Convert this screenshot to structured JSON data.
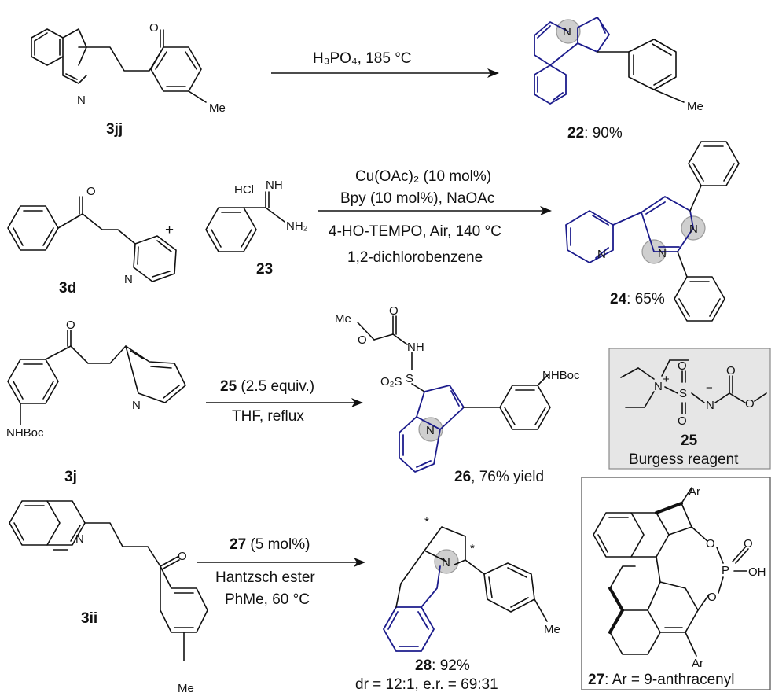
{
  "reactions": [
    {
      "id": "r1",
      "substrate": "3jj",
      "conditions": [
        "H₃PO₄, 185 °C"
      ],
      "product_id": "22",
      "product_yield": ": 90%"
    },
    {
      "id": "r2",
      "substrate": "3d",
      "plus": "+",
      "reagent": "23",
      "reagent_salt": "HCl",
      "conditions": [
        "Cu(OAc)₂ (10 mol%)",
        "Bpy (10 mol%), NaOAc",
        "4-HO-TEMPO, Air, 140 °C",
        "1,2-dichlorobenzene"
      ],
      "product_id": "24",
      "product_yield": ": 65%"
    },
    {
      "id": "r3",
      "substrate": "3j",
      "conditions_id": "25",
      "conditions": [
        " (2.5 equiv.)",
        "THF, reflux"
      ],
      "product_id": "26",
      "product_yield": ", 76% yield"
    },
    {
      "id": "r4",
      "substrate": "3ii",
      "conditions_id": "27",
      "conditions": [
        " (5 mol%)",
        "Hantzsch ester",
        "PhMe, 60 °C"
      ],
      "product_id": "28",
      "product_yield": ": 92%",
      "product_selectivity": "dr = 12:1, e.r. = 69:31"
    }
  ],
  "boxes": {
    "burgess": {
      "id": "25",
      "name": "Burgess reagent"
    },
    "catalyst": {
      "id": "27",
      "caption": ": Ar = 9-anthracenyl"
    }
  },
  "atoms": {
    "N": "N",
    "O": "O",
    "Me": "Me",
    "NH": "NH",
    "NH2": "NH₂",
    "NHBoc": "NHBoc",
    "Ar": "Ar",
    "P": "P",
    "OH": "OH",
    "S": "S",
    "O2S": "O₂S",
    "star": "*",
    "minus": "−",
    "plus_charge": "+"
  },
  "colors": {
    "scaffold": "#1c1c8c",
    "highlight": "#cfcfcf"
  }
}
